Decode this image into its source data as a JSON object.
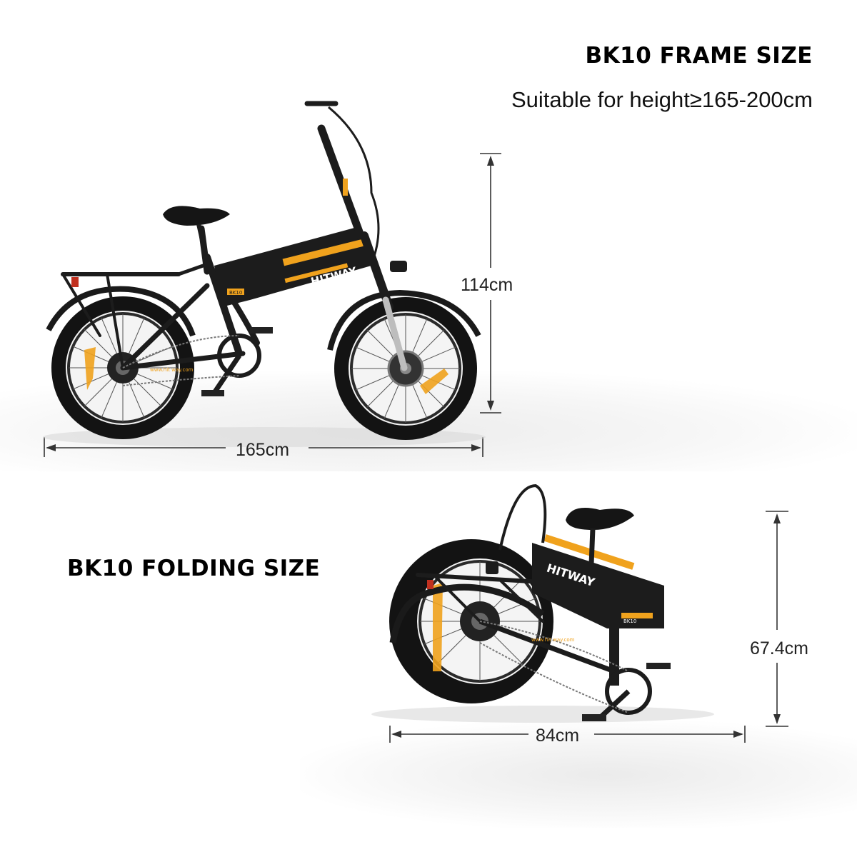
{
  "frame": {
    "title": "BK10 FRAME SIZE",
    "subtitle": "Suitable for height≥165-200cm",
    "height_label": "114cm",
    "length_label": "165cm"
  },
  "folding": {
    "title": "BK10 FOLDING SIZE",
    "height_label": "67.4cm",
    "length_label": "84cm"
  },
  "brand": {
    "name": "HITWAY",
    "model_badge": "BK10",
    "website": "www.hit way.com"
  },
  "colors": {
    "frame": "#1c1c1c",
    "accent": "#f0a21d",
    "tire": "#111111"
  }
}
